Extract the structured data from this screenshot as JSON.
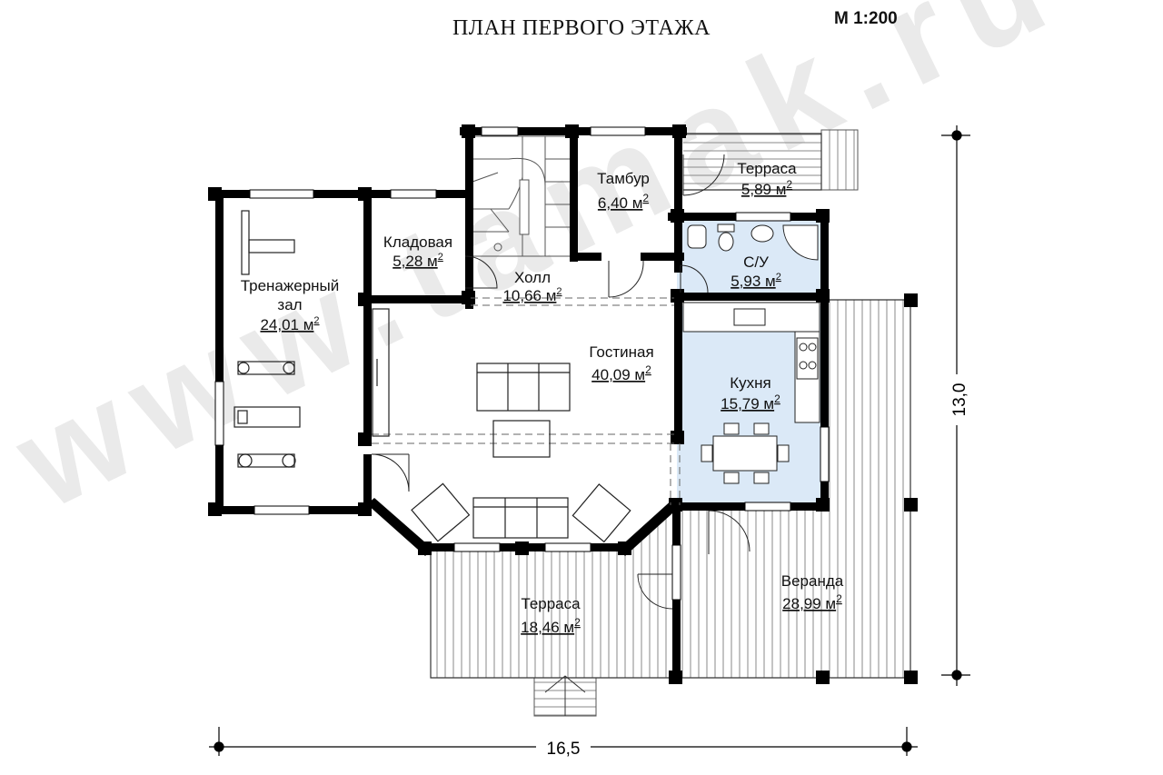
{
  "title": "ПЛАН ПЕРВОГО ЭТАЖА",
  "scale": "М 1:200",
  "watermark": "www.tamak.ru",
  "colors": {
    "wall": "#000000",
    "wet_zone": "#dbe9f7",
    "terrace_hatch": "#777777"
  },
  "rooms": [
    {
      "id": "gym",
      "name_lines": [
        "Тренажерный",
        "зал"
      ],
      "area": "24,01 м",
      "sup": "2"
    },
    {
      "id": "storage",
      "name_lines": [
        "Кладовая"
      ],
      "area": "5,28 м",
      "sup": "2"
    },
    {
      "id": "vestibule",
      "name_lines": [
        "Тамбур"
      ],
      "area": "6,40 м",
      "sup": "2"
    },
    {
      "id": "terrace-top",
      "name_lines": [
        "Терраса"
      ],
      "area": "5,89 м",
      "sup": "2"
    },
    {
      "id": "bathroom",
      "name_lines": [
        "С/У"
      ],
      "area": "5,93 м",
      "sup": "2"
    },
    {
      "id": "hall",
      "name_lines": [
        "Холл"
      ],
      "area": "10,66 м",
      "sup": "2"
    },
    {
      "id": "living",
      "name_lines": [
        "Гостиная"
      ],
      "area": "40,09 м",
      "sup": "2"
    },
    {
      "id": "kitchen",
      "name_lines": [
        "Кухня"
      ],
      "area": "15,79 м",
      "sup": "2"
    },
    {
      "id": "terrace-bottom",
      "name_lines": [
        "Терраса"
      ],
      "area": "18,46 м",
      "sup": "2"
    },
    {
      "id": "veranda",
      "name_lines": [
        "Веранда"
      ],
      "area": "28,99 м",
      "sup": "2"
    }
  ],
  "dimensions": {
    "width": "16,5",
    "height": "13,0"
  }
}
